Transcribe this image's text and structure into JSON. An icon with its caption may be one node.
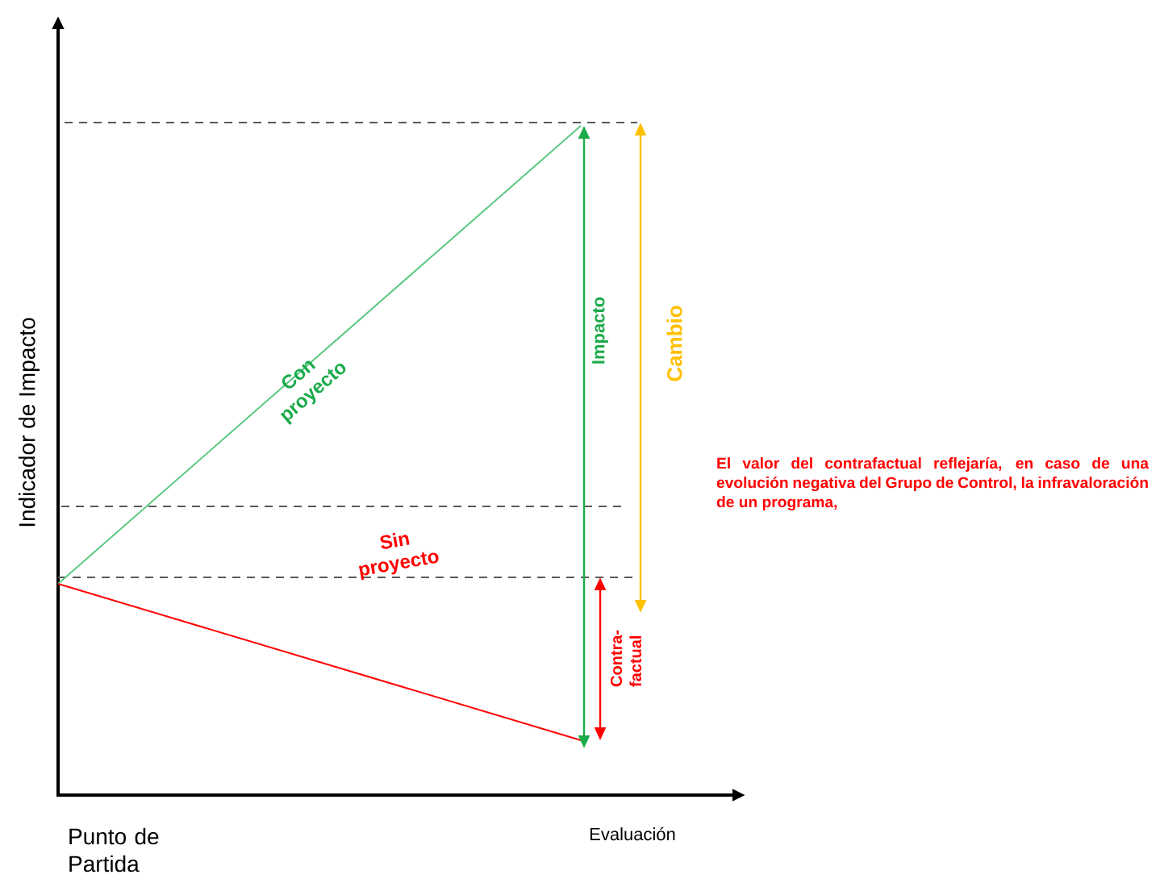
{
  "diagram": {
    "labels": [
      "Indicador de Impacto",
      "Con proyecto",
      "Impacto",
      "Cambio",
      "El valor del contrafactual reflejaría, en caso de una evolución negativa del Grupo de Control, la infravaloración de un programa,",
      "Sin proyecto",
      "Contra-factual",
      "Punto de Partida",
      "Evaluación"
    ]
  }
}
